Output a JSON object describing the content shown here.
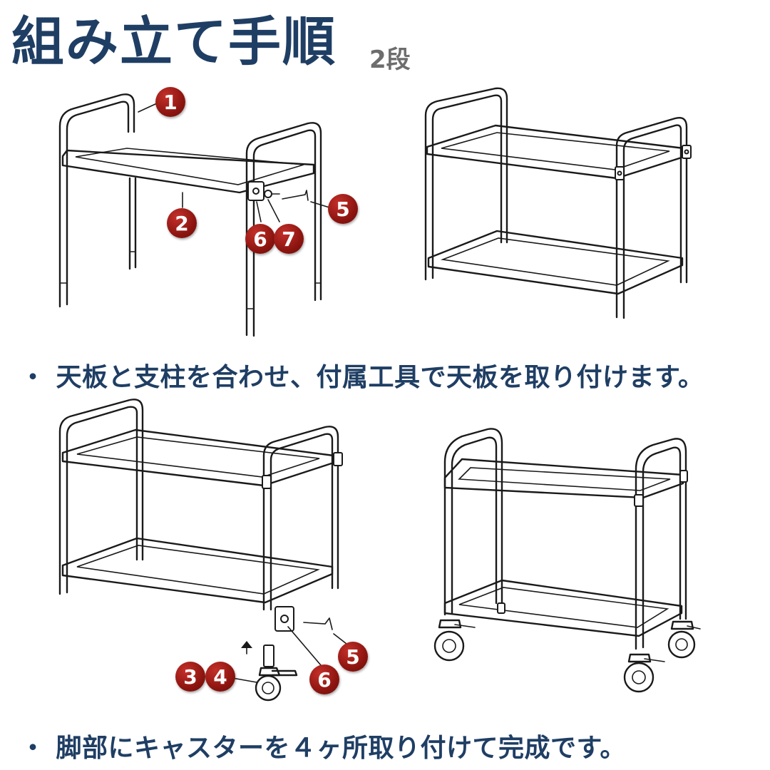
{
  "header": {
    "title": "組み立て手順",
    "subtitle": "2段"
  },
  "steps": [
    {
      "caption": "天板と支柱を合わせ、付属工具で天板を取り付けます。",
      "callouts": [
        "1",
        "2",
        "5",
        "6",
        "7"
      ]
    },
    {
      "caption": "脚部にキャスターを４ヶ所取り付けて完成です。",
      "callouts": [
        "3",
        "4",
        "5",
        "6"
      ]
    }
  ],
  "bullet": "・",
  "colors": {
    "title": "#1f3e64",
    "subtitle": "#6d6d6d",
    "badge": "#8e1510",
    "line": "#1a1a1a"
  }
}
